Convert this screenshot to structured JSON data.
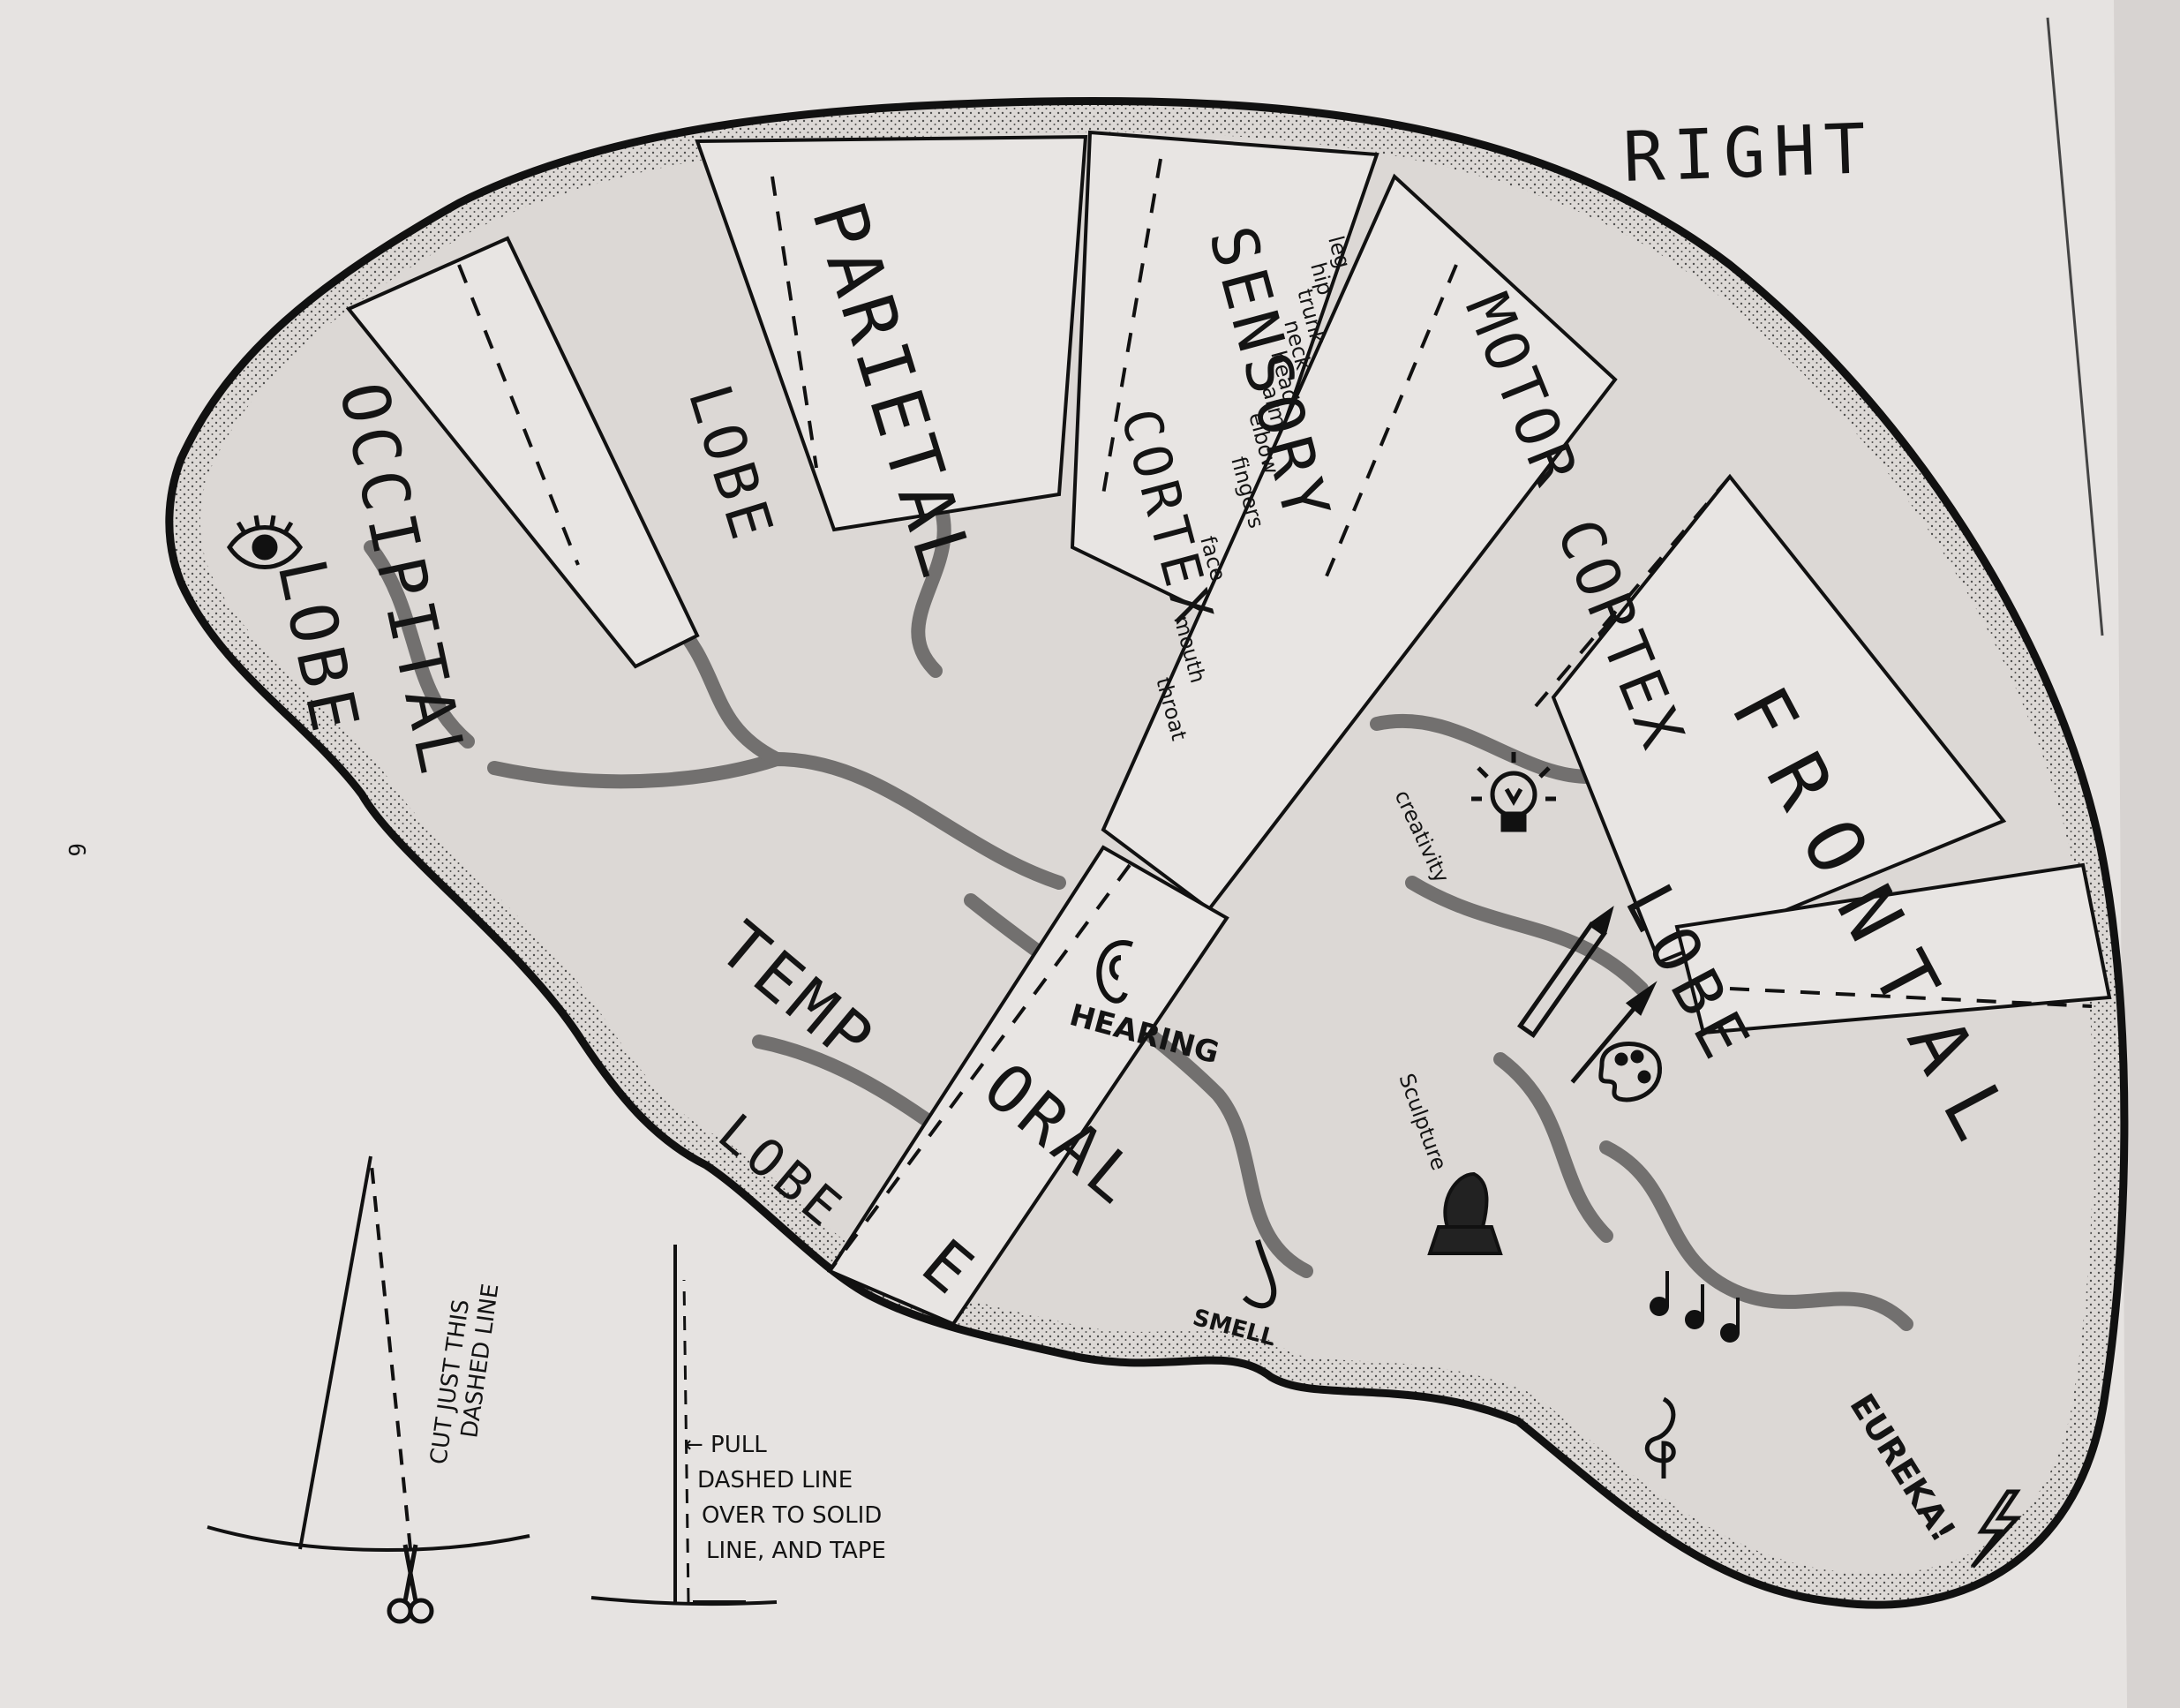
{
  "page": {
    "corner_label": "RIGHT",
    "page_number": "6"
  },
  "lobes": {
    "occipital": [
      "OCCIPITAL",
      "LOBE"
    ],
    "parietal": [
      "PARIETAL",
      "LOBE"
    ],
    "sensory": [
      "SENSORY",
      "CORTEX"
    ],
    "motor": "MOTOR CORTEX",
    "temporal_left": [
      "TEMP",
      "LOBE"
    ],
    "temporal_right": [
      "ORAL",
      "E"
    ],
    "frontal": [
      "FRONTAL",
      "LOBE"
    ]
  },
  "body_parts": [
    "leg",
    "hip",
    "trunk",
    "neck",
    "head",
    "arm",
    "elbow",
    "fingers",
    "face",
    "mouth",
    "throat"
  ],
  "function_labels": {
    "hearing": "HEARING",
    "smell": "SMELL",
    "creativity": "creativity",
    "sculpture": "Sculpture",
    "eureka": "EUREKA!"
  },
  "instructions": {
    "cut": [
      "CUT JUST THIS",
      "DASHED LINE"
    ],
    "pull": [
      "← PULL",
      "DASHED LINE",
      "OVER TO SOLID",
      "LINE, AND TAPE"
    ]
  },
  "colors": {
    "paper": "#e6e3e1",
    "ink": "#141414",
    "brain_fill": "#dcd8d5"
  }
}
